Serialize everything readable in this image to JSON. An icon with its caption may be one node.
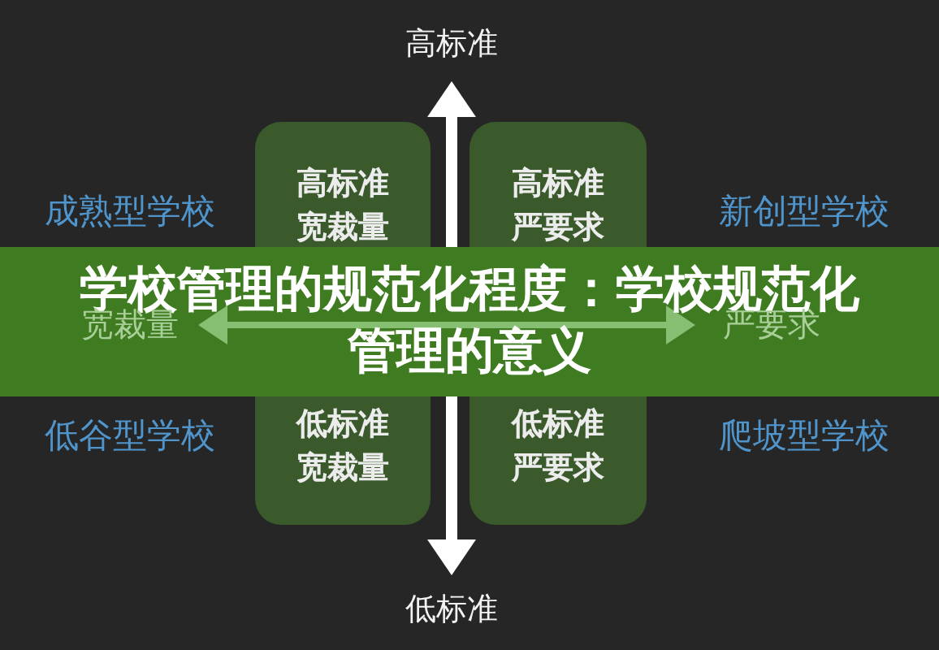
{
  "diagram": {
    "title": "学校管理的规范化程度：学校规范化管理的意义",
    "nodes": [
      {
        "text": [
          "高标准",
          "宽裁量"
        ]
      },
      {
        "text": [
          "高标准",
          "严要求"
        ]
      },
      {
        "text": [
          "低标准",
          "宽裁量"
        ]
      },
      {
        "text": [
          "低标准",
          "严要求"
        ]
      }
    ],
    "labels": [
      "高标准",
      "成熟型学校",
      "新创型学校",
      "宽裁量",
      "严要求",
      "低谷型学校",
      "爬坡型学校",
      "低标准"
    ]
  }
}
